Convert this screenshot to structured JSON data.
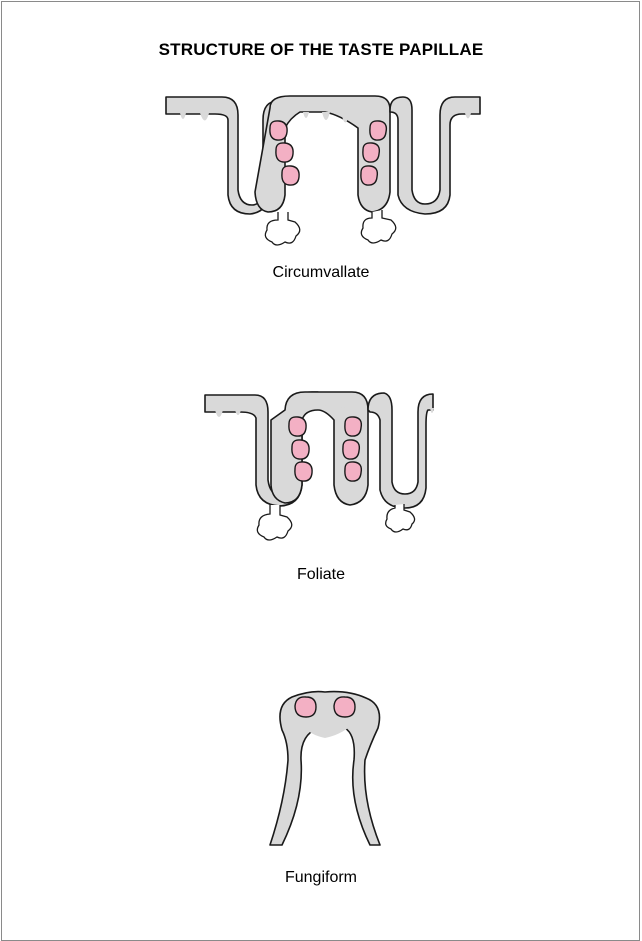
{
  "title": "STRUCTURE OF THE TASTE PAPILLAE",
  "papillae": [
    {
      "label": "Circumvallate"
    },
    {
      "label": "Foliate"
    },
    {
      "label": "Fungiform"
    }
  ],
  "colors": {
    "tissue": "#d9d9d9",
    "taste_bud": "#f3b0c4",
    "outline": "#1a1a1a",
    "border": "#8a8a8a"
  }
}
